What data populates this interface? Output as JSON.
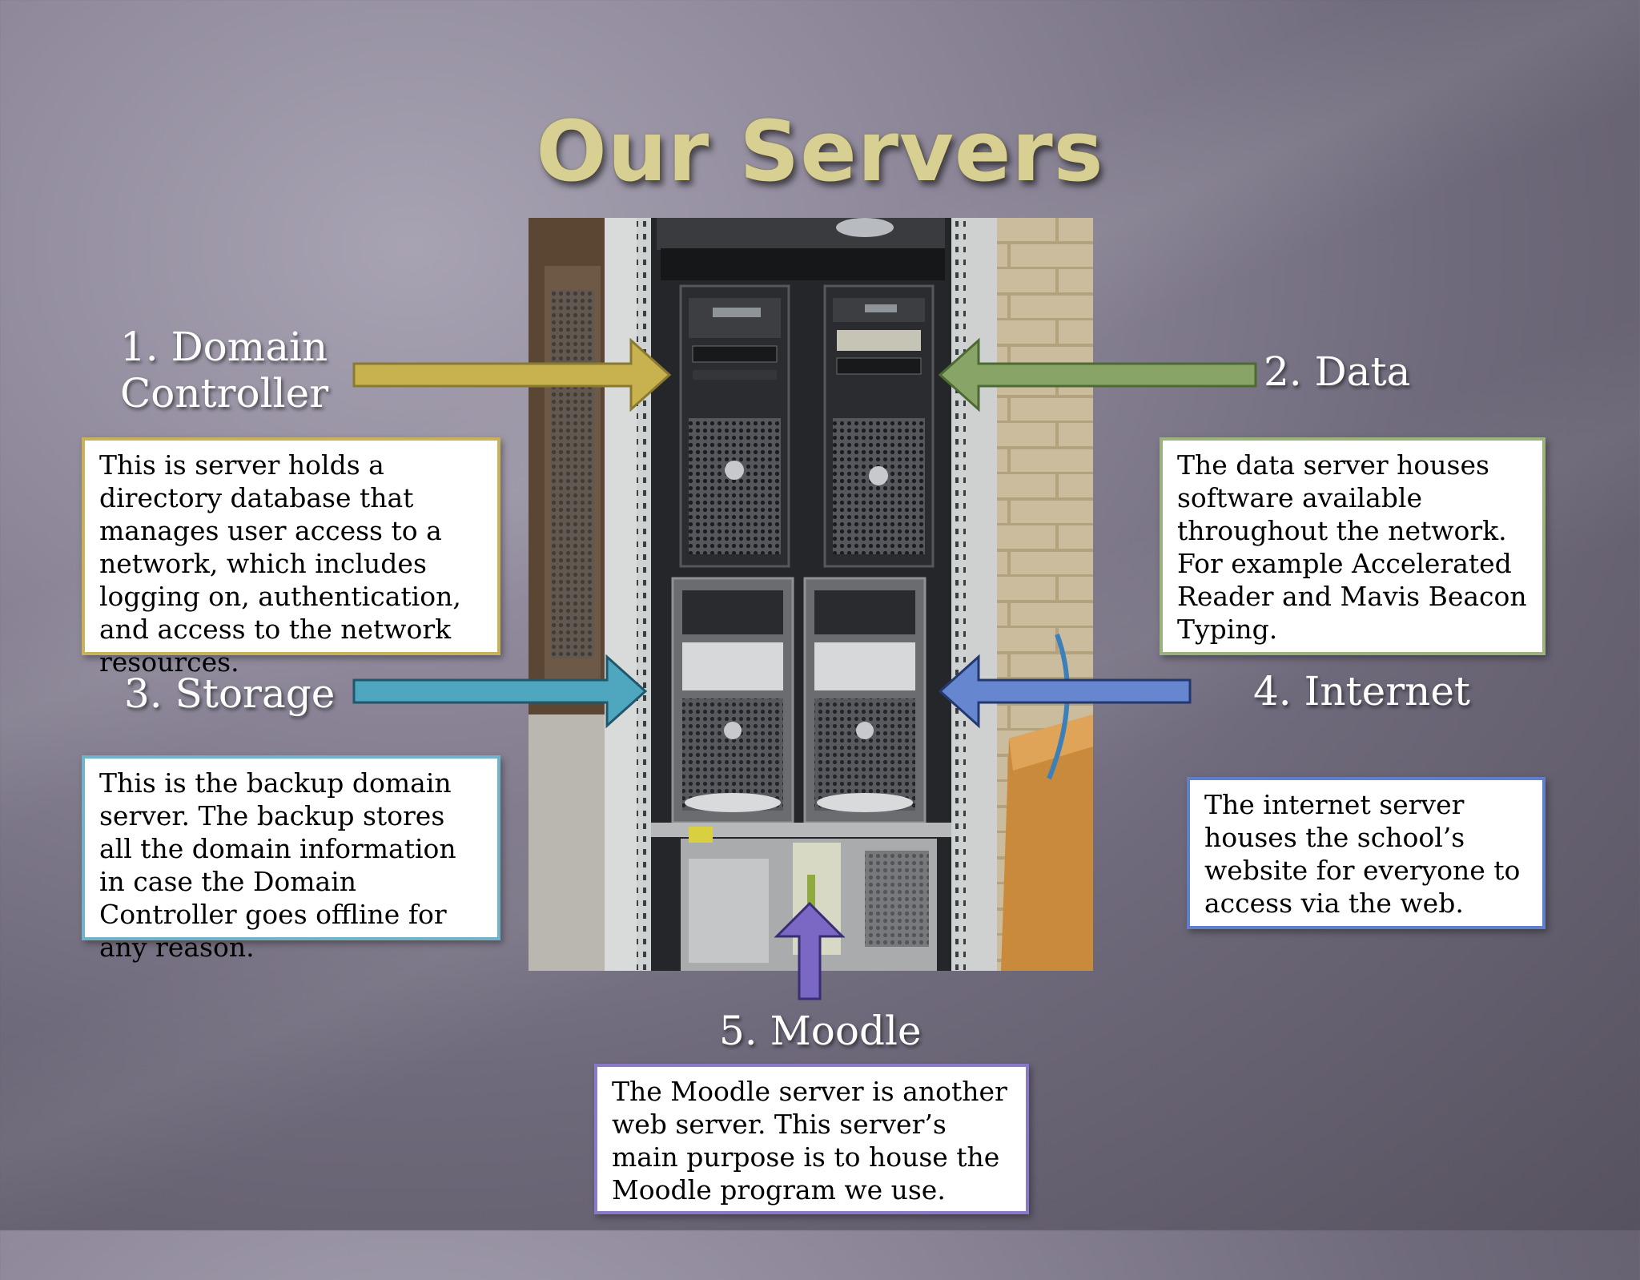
{
  "slide": {
    "title": "Our Servers"
  },
  "servers": [
    {
      "label": "1. Domain Controller",
      "label_lines": [
        "1. Domain",
        "Controller"
      ],
      "description": "This is server holds a directory database that manages user access to a network, which includes logging on, authentication, and access to the network resources.",
      "color": "#c8b250",
      "border": "#c9b05a"
    },
    {
      "label": "2. Data",
      "label_lines": [
        "2. Data"
      ],
      "description": "The data server houses software available throughout the network. For example Accelerated Reader and Mavis Beacon Typing.",
      "color": "#88a466",
      "border": "#9bb27a"
    },
    {
      "label": "3. Storage",
      "label_lines": [
        "3. Storage"
      ],
      "description": "This is the backup domain server. The backup stores all the domain information in case the Domain Controller goes offline for any reason.",
      "color": "#4fa7bf",
      "border": "#6fb4c8"
    },
    {
      "label": "4. Internet",
      "label_lines": [
        "4. Internet"
      ],
      "description": "The internet server houses the school’s website for everyone to access via the web.",
      "color": "#6687d0",
      "border": "#5f80c8"
    },
    {
      "label": "5. Moodle",
      "label_lines": [
        "5. Moodle"
      ],
      "description": "The Moodle server is another web server.  This server’s main purpose is to house the Moodle program we use.",
      "color": "#7b68c4",
      "border": "#8a78c8"
    }
  ]
}
